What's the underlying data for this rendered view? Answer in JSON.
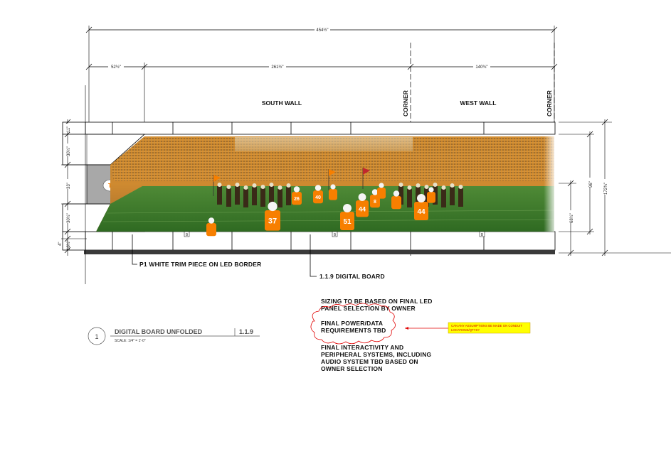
{
  "dimensions": {
    "overall": "454½\"",
    "left_segment": "52½\"",
    "south_wall_segment": "261½\"",
    "west_wall_segment": "140¾\"",
    "height_total": "172¾\"",
    "height_board": "96\"",
    "height_lower": "68½\"",
    "left_top": "11\"",
    "left_upper": "30½\"",
    "left_middle": "33\"",
    "left_lower": "30½\"",
    "left_bottom_a": "4\"",
    "left_bottom_b": "16½\""
  },
  "walls": {
    "south": "SOUTH WALL",
    "west": "WEST WALL",
    "corner_1": "CORNER",
    "corner_2": "CORNER"
  },
  "section_markers": [
    "B",
    "B",
    "B"
  ],
  "callouts": {
    "trim": "P1 WHITE TRIM PIECE ON LED BORDER",
    "board": "1.1.9 DIGITAL BOARD"
  },
  "notes": {
    "line1": "SIZING TO BE BASED ON FINAL LED",
    "line2": "PANEL SELECTION BY OWNER",
    "line3": "FINAL POWER/DATA",
    "line4": "REQUIREMENTS TBD",
    "line5": "FINAL INTERACTIVITY AND",
    "line6": "PERIPHERAL SYSTEMS, INCLUDING",
    "line7": "AUDIO SYSTEM TBD BASED ON",
    "line8": "OWNER SELECTION"
  },
  "comment": {
    "line1": "CAN ANY ASSUMPTIONS BE MADE ON CONDUIT",
    "line2": "LOCATIONS/QTYS?"
  },
  "title_block": {
    "number": "1",
    "title": "DIGITAL BOARD UNFOLDED",
    "sheet": "1.1.9",
    "scale": "SCALE: 1/4\" = 1'-0\""
  },
  "jersey_numbers": [
    "37",
    "51",
    "44",
    "44",
    "26",
    "40",
    "8"
  ],
  "colors": {
    "tennessee_orange": "#f77f00",
    "field_green": "#3f7a2c",
    "crowd": "#c8902f",
    "cyan": "#00d8e8",
    "redline": "#e00000",
    "comment_yellow": "#ffff00"
  }
}
